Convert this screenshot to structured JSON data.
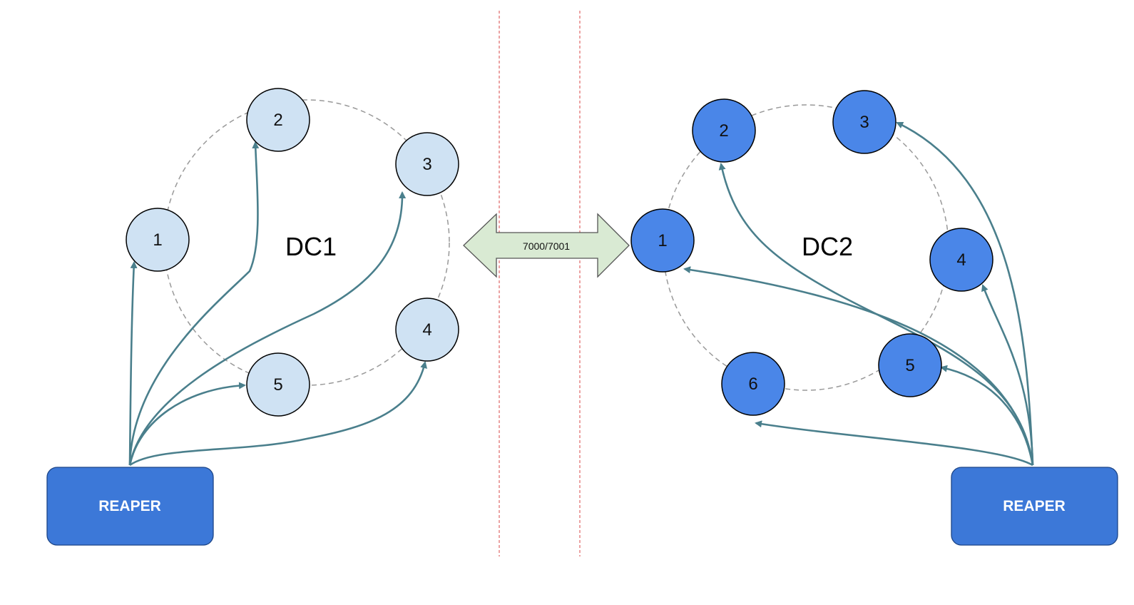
{
  "colors": {
    "dc1_node_fill": "#cfe2f3",
    "dc2_node_fill": "#4a86e8",
    "node_stroke": "#000000",
    "reaper_fill": "#3c78d8",
    "reaper_stroke": "#1c4587",
    "edge": "#4a7f8c",
    "ring": "#999999",
    "divider": "#e06666",
    "port_arrow_fill": "#d9ead3",
    "port_arrow_stroke": "#555555"
  },
  "dc1": {
    "label": "DC1",
    "reaper_label": "REAPER",
    "nodes": [
      "1",
      "2",
      "3",
      "4",
      "5"
    ]
  },
  "dc2": {
    "label": "DC2",
    "reaper_label": "REAPER",
    "nodes": [
      "1",
      "2",
      "3",
      "4",
      "5",
      "6"
    ]
  },
  "link": {
    "label": "7000/7001"
  }
}
